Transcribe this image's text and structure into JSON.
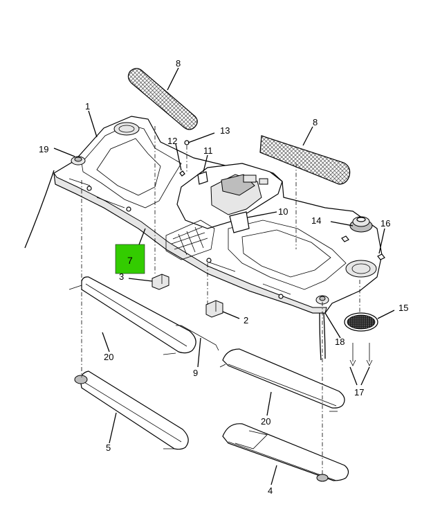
{
  "diagram": {
    "callouts": {
      "c1": "1",
      "c2": "2",
      "c3": "3",
      "c4": "4",
      "c5": "5",
      "c7": "7",
      "c8a": "8",
      "c8b": "8",
      "c9": "9",
      "c10": "10",
      "c11": "11",
      "c12": "12",
      "c13": "13",
      "c14": "14",
      "c15": "15",
      "c16": "16",
      "c17": "17",
      "c18": "18",
      "c19": "19",
      "c20a": "20",
      "c20b": "20"
    },
    "highlight_color": "#33cc00"
  }
}
